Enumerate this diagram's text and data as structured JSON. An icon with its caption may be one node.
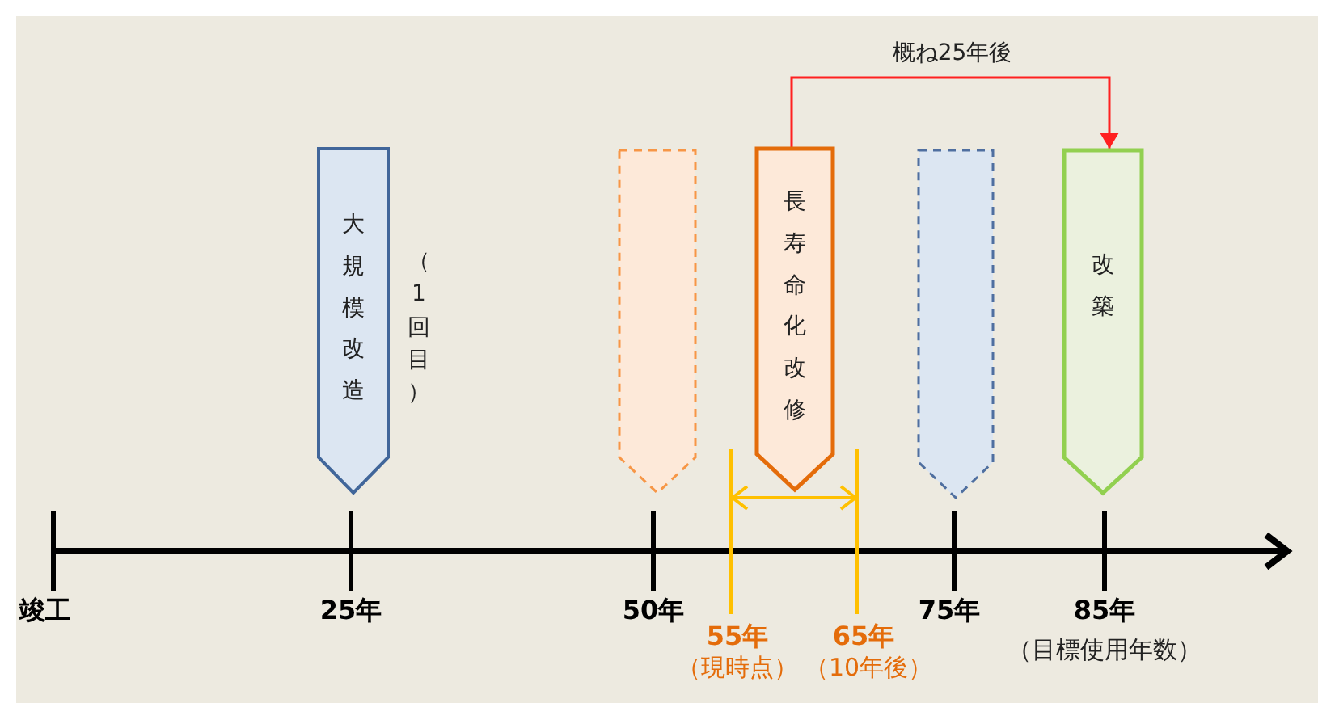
{
  "diagram": {
    "nodes": [
      {
        "text": [
          "大規模改造"
        ],
        "beside": [
          "（1回目）"
        ]
      },
      {
        "text": [],
        "shape": "pentagon"
      },
      {
        "text": [
          "長寿命化改修"
        ]
      },
      {
        "text": [],
        "shape": "pentagon"
      },
      {
        "text": [
          "改築"
        ]
      }
    ],
    "edges": [
      {
        "from": 2,
        "to": 4,
        "arrow": "to",
        "label": "概ね25年後"
      }
    ],
    "labels": [
      "竣工",
      "25年",
      "50年",
      "55年",
      "（現時点）",
      "65年",
      "（10年後）",
      "75年",
      "85年",
      "（目標使用年数）"
    ]
  }
}
